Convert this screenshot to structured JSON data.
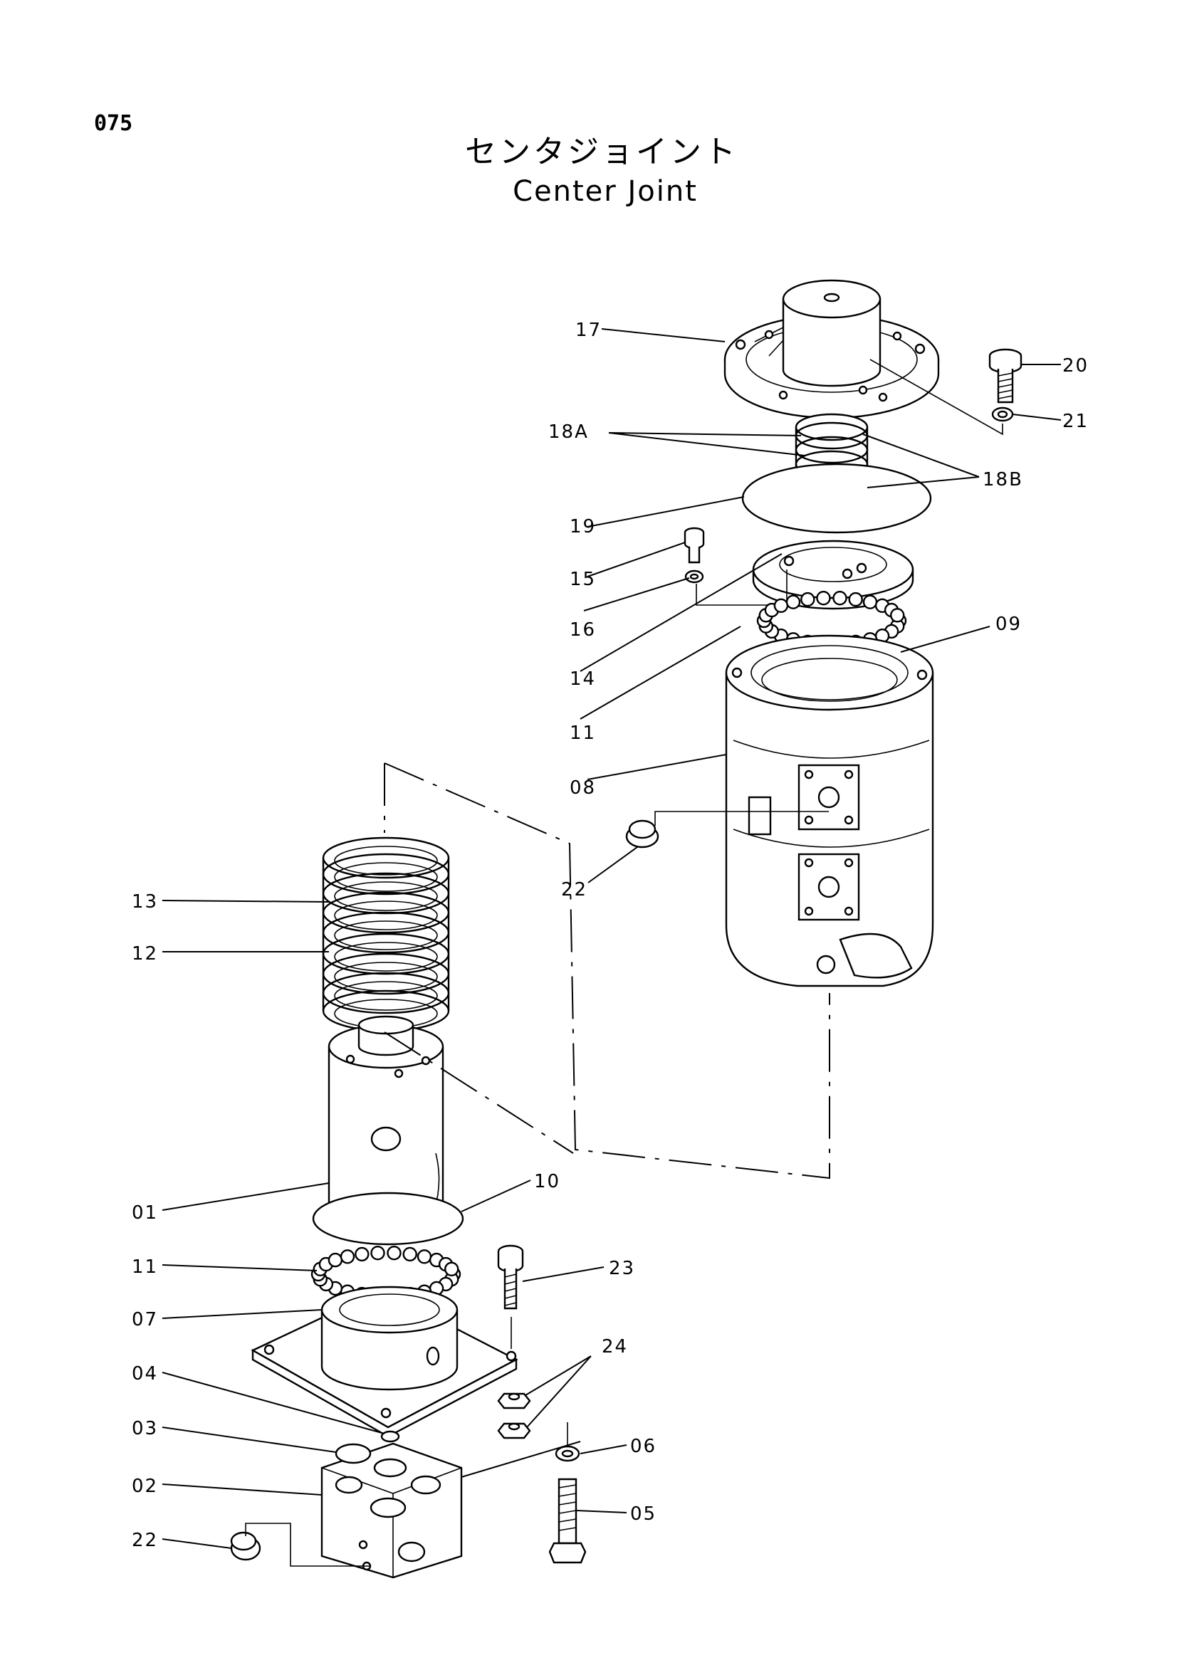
{
  "page_number": "075",
  "title_jp": "センタジョイント",
  "title_en": "Center Joint",
  "callouts": [
    {
      "id": "17"
    },
    {
      "id": "20"
    },
    {
      "id": "21"
    },
    {
      "id": "18A"
    },
    {
      "id": "18B"
    },
    {
      "id": "19"
    },
    {
      "id": "15"
    },
    {
      "id": "16"
    },
    {
      "id": "14"
    },
    {
      "id": "09"
    },
    {
      "id": "11a",
      "text": "11"
    },
    {
      "id": "08"
    },
    {
      "id": "22a",
      "text": "22"
    },
    {
      "id": "13"
    },
    {
      "id": "12"
    },
    {
      "id": "01"
    },
    {
      "id": "10"
    },
    {
      "id": "11b",
      "text": "11"
    },
    {
      "id": "07"
    },
    {
      "id": "23"
    },
    {
      "id": "24"
    },
    {
      "id": "04"
    },
    {
      "id": "03"
    },
    {
      "id": "06"
    },
    {
      "id": "02"
    },
    {
      "id": "05"
    },
    {
      "id": "22b",
      "text": "22"
    }
  ]
}
